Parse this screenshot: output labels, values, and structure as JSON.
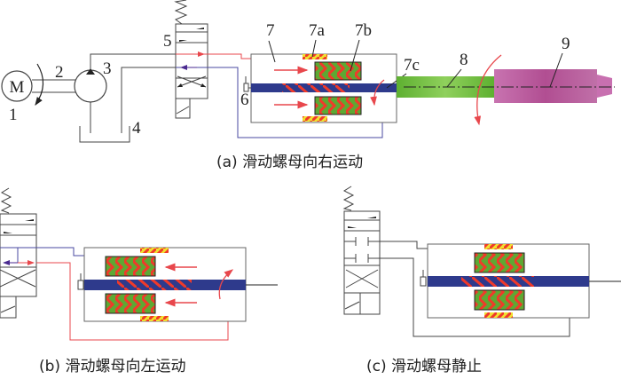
{
  "colors": {
    "pressure_line": "#e8474c",
    "return_line": "#4a4aa0",
    "screw": "#2e3a8c",
    "nut_green": "#5ea833",
    "helix_red": "#f03a2a",
    "bearing_yellow": "#f0e030",
    "shaft_green": "#7cc24a",
    "chuck_magenta": "#b9559a"
  },
  "labels": {
    "motor": "M",
    "n1": "1",
    "n2": "2",
    "n3": "3",
    "n4": "4",
    "n5": "5",
    "n6": "6",
    "n7": "7",
    "n7a": "7a",
    "n7b": "7b",
    "n7c": "7c",
    "n8": "8",
    "n9": "9"
  },
  "captions": {
    "a": "(a) 滑动螺母向右运动",
    "b": "(b) 滑动螺母向左运动",
    "c": "(c) 滑动螺母静止"
  },
  "components": [
    {
      "id": "1",
      "name": "motor"
    },
    {
      "id": "2",
      "name": "coupling shaft"
    },
    {
      "id": "3",
      "name": "hydraulic pump"
    },
    {
      "id": "4",
      "name": "oil tank"
    },
    {
      "id": "5",
      "name": "directional valve"
    },
    {
      "id": "6",
      "name": "sensor"
    },
    {
      "id": "7",
      "name": "cylinder housing"
    },
    {
      "id": "7a",
      "name": "bearing"
    },
    {
      "id": "7b",
      "name": "sliding nut"
    },
    {
      "id": "7c",
      "name": "screw"
    },
    {
      "id": "8",
      "name": "output shaft"
    },
    {
      "id": "9",
      "name": "spindle"
    }
  ]
}
